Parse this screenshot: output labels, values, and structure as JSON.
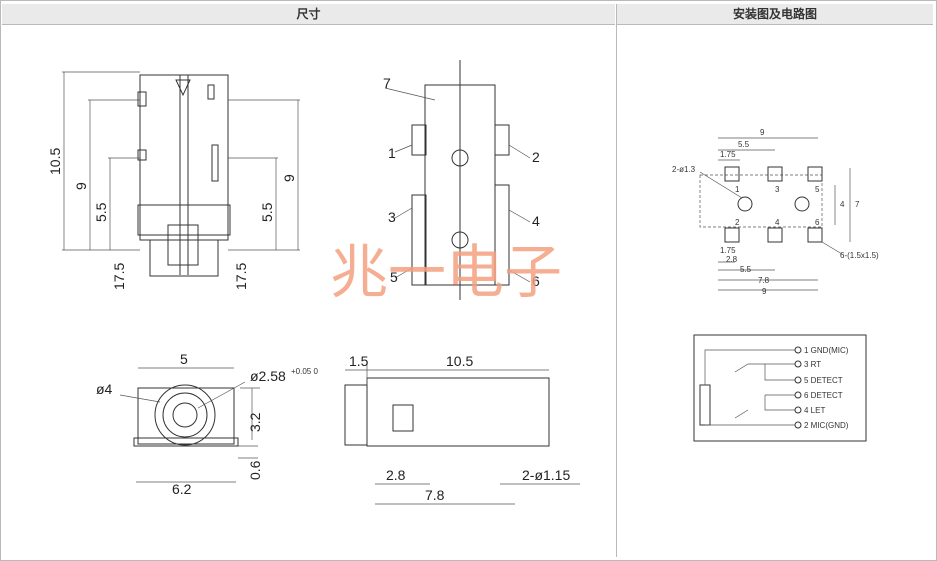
{
  "headers": {
    "dimensions": "尺寸",
    "mounting": "安装图及电路图"
  },
  "front_view": {
    "dim_overall": "10.5",
    "dim_a": "9",
    "dim_b": "5.5",
    "dim_right_a": "5.5",
    "dim_right_b": "9",
    "dim_bottom_left": "17.5",
    "dim_bottom_right": "17.5"
  },
  "pin_view": {
    "p1": "1",
    "p2": "2",
    "p3": "3",
    "p4": "4",
    "p5": "5",
    "p6": "6",
    "p7": "7"
  },
  "end_view": {
    "dim_top": "5",
    "dim_dia": "ø4",
    "dim_hole": "ø2.58",
    "tol": "+0.05 0",
    "dim_height": "3.2",
    "dim_base": "6.2",
    "dim_foot": "0.6"
  },
  "side_view": {
    "dim_a": "1.5",
    "dim_len": "10.5",
    "dim_pin": "2.8",
    "dim_peg": "2-ø1.15",
    "dim_total": "7.8"
  },
  "watermark": "兆一电子",
  "pcb": {
    "w1": "9",
    "w2": "5.5",
    "w3": "1.75",
    "hole": "2-ø1.3",
    "h1": "7",
    "h2": "4",
    "b1": "1.75",
    "b2": "2.8",
    "b3": "5.5",
    "b4": "7.8",
    "b5": "9",
    "pad_note": "6-(1.5x1.5)",
    "pads": [
      "1",
      "3",
      "5",
      "2",
      "4",
      "6"
    ]
  },
  "circuit": [
    "1 GND(MIC)",
    "3 RT",
    "5 DETECT",
    "6 DETECT",
    "4 LET",
    "2 MIC(GND)"
  ]
}
